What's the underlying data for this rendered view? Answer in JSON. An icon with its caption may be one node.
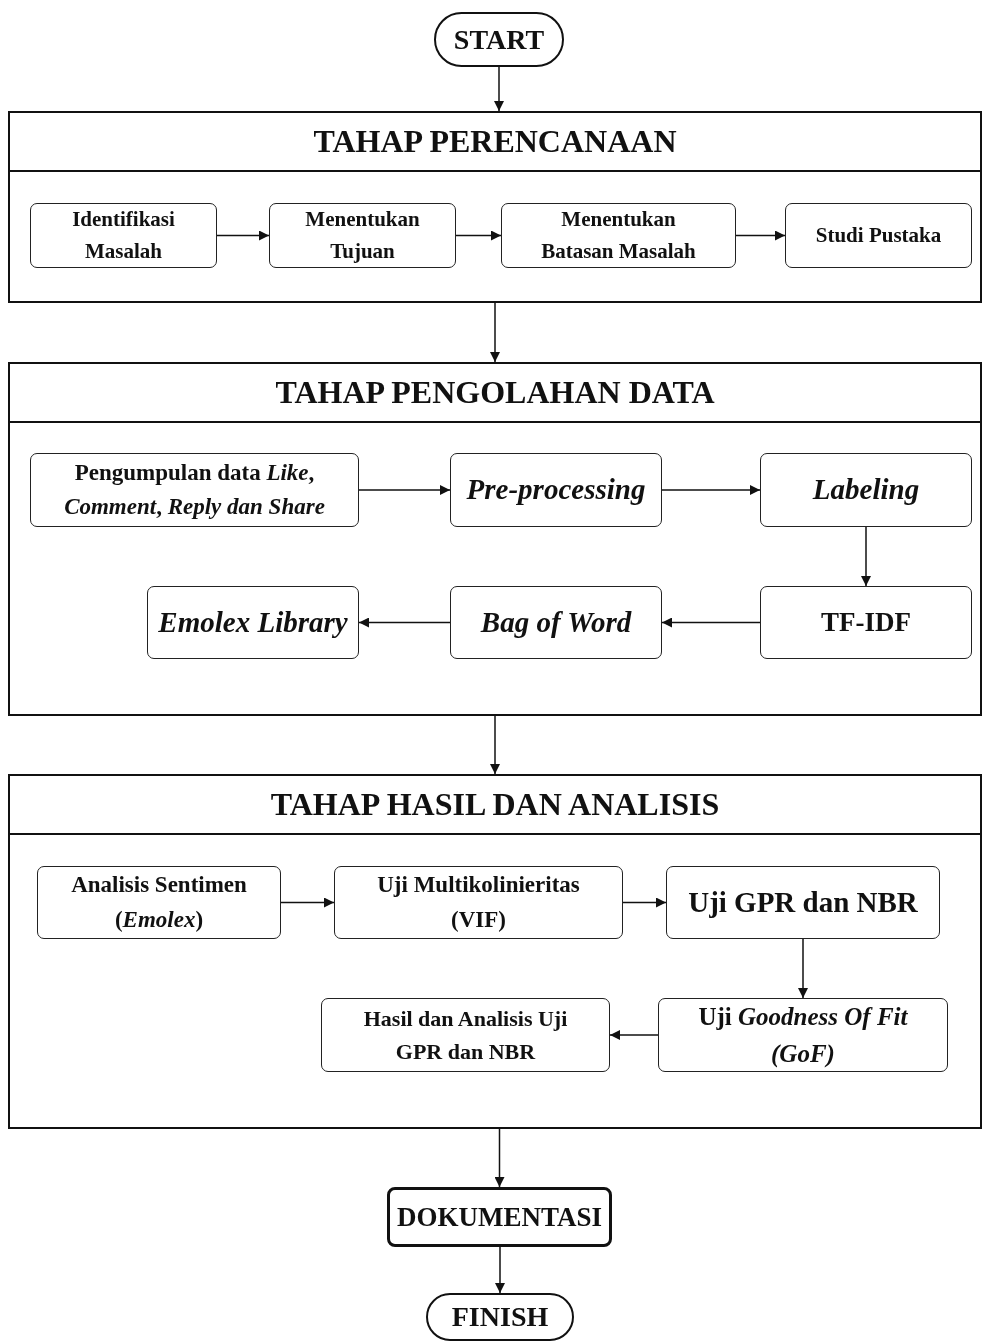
{
  "diagram": {
    "nodes": [
      {
        "text": [
          "START"
        ]
      },
      {
        "text": [
          "TAHAP PERENCANAAN"
        ]
      },
      {
        "text": [
          "Identifikasi Masalah"
        ],
        "in": 1
      },
      {
        "text": [
          "Menentukan Tujuan"
        ],
        "in": 1
      },
      {
        "text": [
          "Menentukan Batasan Masalah"
        ],
        "in": 1
      },
      {
        "text": [
          "Studi Pustaka"
        ],
        "in": 1
      },
      {
        "text": [
          "TAHAP PENGOLAHAN DATA"
        ]
      },
      {
        "text": [
          "Pengumpulan data *Like*, *Comment*, *Reply dan Share*"
        ],
        "in": 6
      },
      {
        "text": [
          "Pre-processing"
        ],
        "in": 6
      },
      {
        "text": [
          "Labeling"
        ],
        "in": 6
      },
      {
        "text": [
          "Emolex Library"
        ],
        "in": 6
      },
      {
        "text": [
          "Bag of Word"
        ],
        "in": 6
      },
      {
        "text": [
          "TF-IDF"
        ],
        "in": 6
      },
      {
        "text": [
          "TAHAP HASIL DAN ANALISIS"
        ]
      },
      {
        "text": [
          "Analisis Sentimen (*Emolex*)"
        ],
        "in": 13
      },
      {
        "text": [
          "Uji Multikolinieritas (VIF)"
        ],
        "in": 13
      },
      {
        "text": [
          "Uji GPR dan NBR"
        ],
        "in": 13
      },
      {
        "text": [
          "Hasil dan Analisis Uji GPR dan NBR"
        ],
        "in": 13
      },
      {
        "text": [
          "Uji *Goodness Of Fit (GoF)*"
        ],
        "in": 13
      },
      {
        "text": [
          "DOKUMENTASI"
        ]
      },
      {
        "text": [
          "FINISH"
        ]
      }
    ],
    "edges": [
      {
        "from": 0,
        "to": 1,
        "arrow": "to"
      },
      {
        "from": 2,
        "to": 3,
        "arrow": "to"
      },
      {
        "from": 3,
        "to": 4,
        "arrow": "to"
      },
      {
        "from": 4,
        "to": 5,
        "arrow": "to"
      },
      {
        "from": 1,
        "to": 6,
        "arrow": "to"
      },
      {
        "from": 7,
        "to": 8,
        "arrow": "to"
      },
      {
        "from": 8,
        "to": 9,
        "arrow": "to"
      },
      {
        "from": 9,
        "to": 12,
        "arrow": "to"
      },
      {
        "from": 12,
        "to": 11,
        "arrow": "to"
      },
      {
        "from": 11,
        "to": 10,
        "arrow": "to"
      },
      {
        "from": 6,
        "to": 13,
        "arrow": "to"
      },
      {
        "from": 14,
        "to": 15,
        "arrow": "to"
      },
      {
        "from": 15,
        "to": 16,
        "arrow": "to"
      },
      {
        "from": 16,
        "to": 18,
        "arrow": "to"
      },
      {
        "from": 18,
        "to": 17,
        "arrow": "to"
      },
      {
        "from": 13,
        "to": 19,
        "arrow": "to"
      },
      {
        "from": 19,
        "to": 20,
        "arrow": "to"
      }
    ]
  }
}
